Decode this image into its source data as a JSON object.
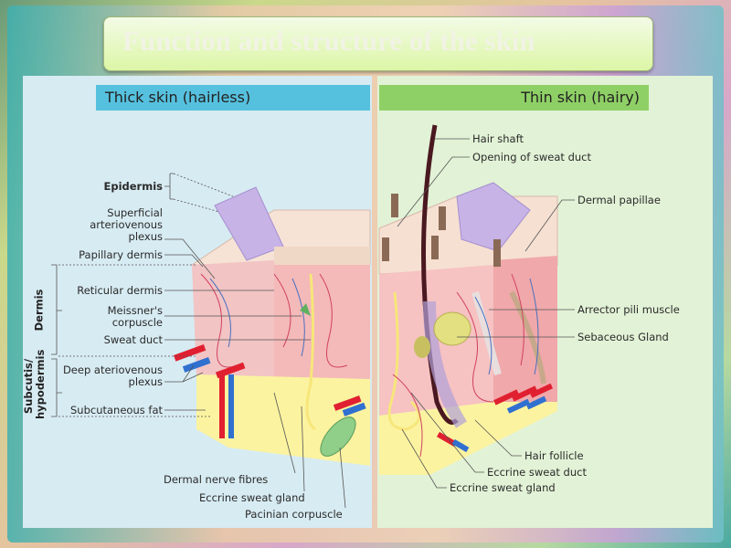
{
  "title": "Function and structure of the skin",
  "thick_skin": {
    "header": "Thick skin (hairless)",
    "labels": {
      "epidermis": "Epidermis",
      "superficial_plexus": [
        "Superficial",
        "arteriovenous",
        "plexus"
      ],
      "papillary_dermis": "Papillary dermis",
      "reticular_dermis": "Reticular dermis",
      "meissner": [
        "Meissner's",
        "corpuscle"
      ],
      "sweat_duct": "Sweat duct",
      "deep_plexus": [
        "Deep ateriovenous",
        "plexus"
      ],
      "subcutaneous_fat": "Subcutaneous fat",
      "dermal_nerve_fibres": "Dermal nerve fibres",
      "eccrine_sweat_gland": "Eccrine sweat gland",
      "pacinian_corpuscle": "Pacinian corpuscle"
    },
    "regions": {
      "dermis": "Dermis",
      "subcutis": [
        "Subcutis/",
        "hypodermis"
      ]
    }
  },
  "thin_skin": {
    "header": "Thin skin (hairy)",
    "labels": {
      "hair_shaft": "Hair shaft",
      "opening_sweat_duct": "Opening of sweat duct",
      "dermal_papillae": "Dermal papillae",
      "arrector_pili": "Arrector pili muscle",
      "sebaceous_gland": "Sebaceous Gland",
      "hair_follicle": "Hair follicle",
      "eccrine_sweat_duct": "Eccrine sweat duct",
      "eccrine_sweat_gland": "Eccrine sweat gland"
    }
  }
}
